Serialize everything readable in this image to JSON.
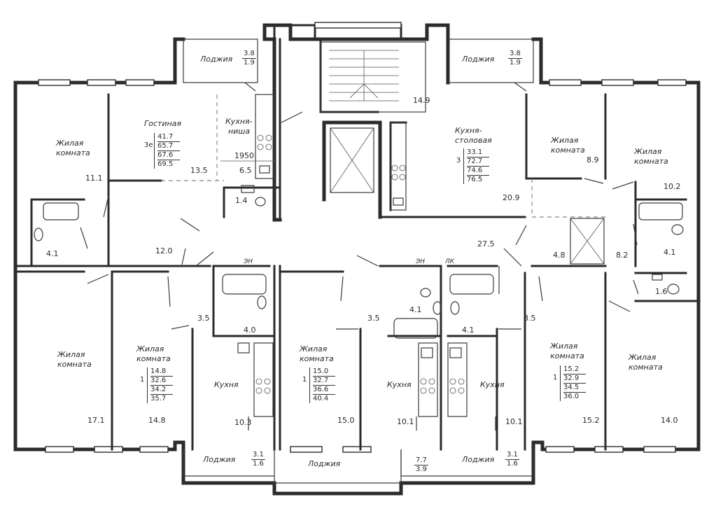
{
  "rooms": {
    "living_top_left": {
      "name_line1": "Жилая",
      "name_line2": "комната",
      "area": "11.1"
    },
    "guest_room": {
      "name": "Гостиная",
      "area": "13.5"
    },
    "kitchen_niche": {
      "name_line1": "Кухня-",
      "name_line2": "ниша",
      "area": "6.5"
    },
    "bath_top_left_small": {
      "area": "1.4"
    },
    "bath_left": {
      "area": "4.1"
    },
    "hall_left": {
      "area": "12.0"
    },
    "stair": {
      "area": "14.9"
    },
    "kitchen_dining": {
      "name_line1": "Кухня-",
      "name_line2": "столовая",
      "area": "20.9"
    },
    "corridor_right": {
      "area": "27.5"
    },
    "living_top_center_right": {
      "name_line1": "Жилая",
      "name_line2": "комната",
      "area": "8.9"
    },
    "living_top_right": {
      "name_line1": "Жилая",
      "name_line2": "комната",
      "area": "10.2"
    },
    "bath_right": {
      "area": "4.1"
    },
    "storage_right": {
      "area": "4.8"
    },
    "hall_right": {
      "area": "8.2"
    },
    "wc_right": {
      "area": "1.6"
    },
    "living_bottom_left": {
      "name_line1": "Жилая",
      "name_line2": "комната",
      "area": "17.1"
    },
    "living_bottom_2": {
      "name_line1": "Жилая",
      "name_line2": "комната",
      "area": "14.8"
    },
    "hall_bottom_2": {
      "area": "3.5"
    },
    "bath_bottom_2": {
      "area": "4.0"
    },
    "kitchen_bottom_2": {
      "name": "Кухня",
      "area": "10.3"
    },
    "living_bottom_3": {
      "name_line1": "Жилая",
      "name_line2": "комната",
      "area": "15.0"
    },
    "hall_bottom_3": {
      "area": "3.5"
    },
    "bath_bottom_3": {
      "area": "4.1"
    },
    "kitchen_bottom_3": {
      "name": "Кухня",
      "area": "10.1"
    },
    "kitchen_bottom_4": {
      "name": "Кухня",
      "area": "10.1"
    },
    "bath_bottom_4": {
      "area": "4.1"
    },
    "hall_bottom_4": {
      "area": "3.5"
    },
    "living_bottom_4": {
      "name_line1": "Жилая",
      "name_line2": "комната",
      "area": "15.2"
    },
    "living_bottom_right": {
      "name_line1": "Жилая",
      "name_line2": "комната",
      "area": "14.0"
    }
  },
  "dimension": {
    "value": "1950"
  },
  "tags": {
    "en1": "ЭН",
    "en2": "ЭН",
    "lk": "ЛК"
  },
  "apartments": [
    {
      "id": "3е",
      "values": [
        "41.7",
        "65.7",
        "67.6",
        "69.5"
      ]
    },
    {
      "id": "3",
      "values": [
        "33.1",
        "72.7",
        "74.6",
        "76.5"
      ]
    },
    {
      "id": "1",
      "values": [
        "14.8",
        "32.6",
        "34.2",
        "35.7"
      ]
    },
    {
      "id": "1",
      "values": [
        "15.0",
        "32.7",
        "36.6",
        "40.4"
      ]
    },
    {
      "id": "1",
      "values": [
        "15.2",
        "32.9",
        "34.5",
        "36.0"
      ]
    }
  ],
  "loggias": [
    {
      "label": "Лоджия",
      "a": "3.8",
      "b": "1.9"
    },
    {
      "label": "Лоджия",
      "a": "3.8",
      "b": "1.9"
    },
    {
      "label": "Лоджия",
      "a": "3.1",
      "b": "1.6"
    },
    {
      "label": "Лоджия",
      "a": "7.7",
      "b": "3.9"
    },
    {
      "label": "Лоджия",
      "a": "3.1",
      "b": "1.6"
    }
  ]
}
